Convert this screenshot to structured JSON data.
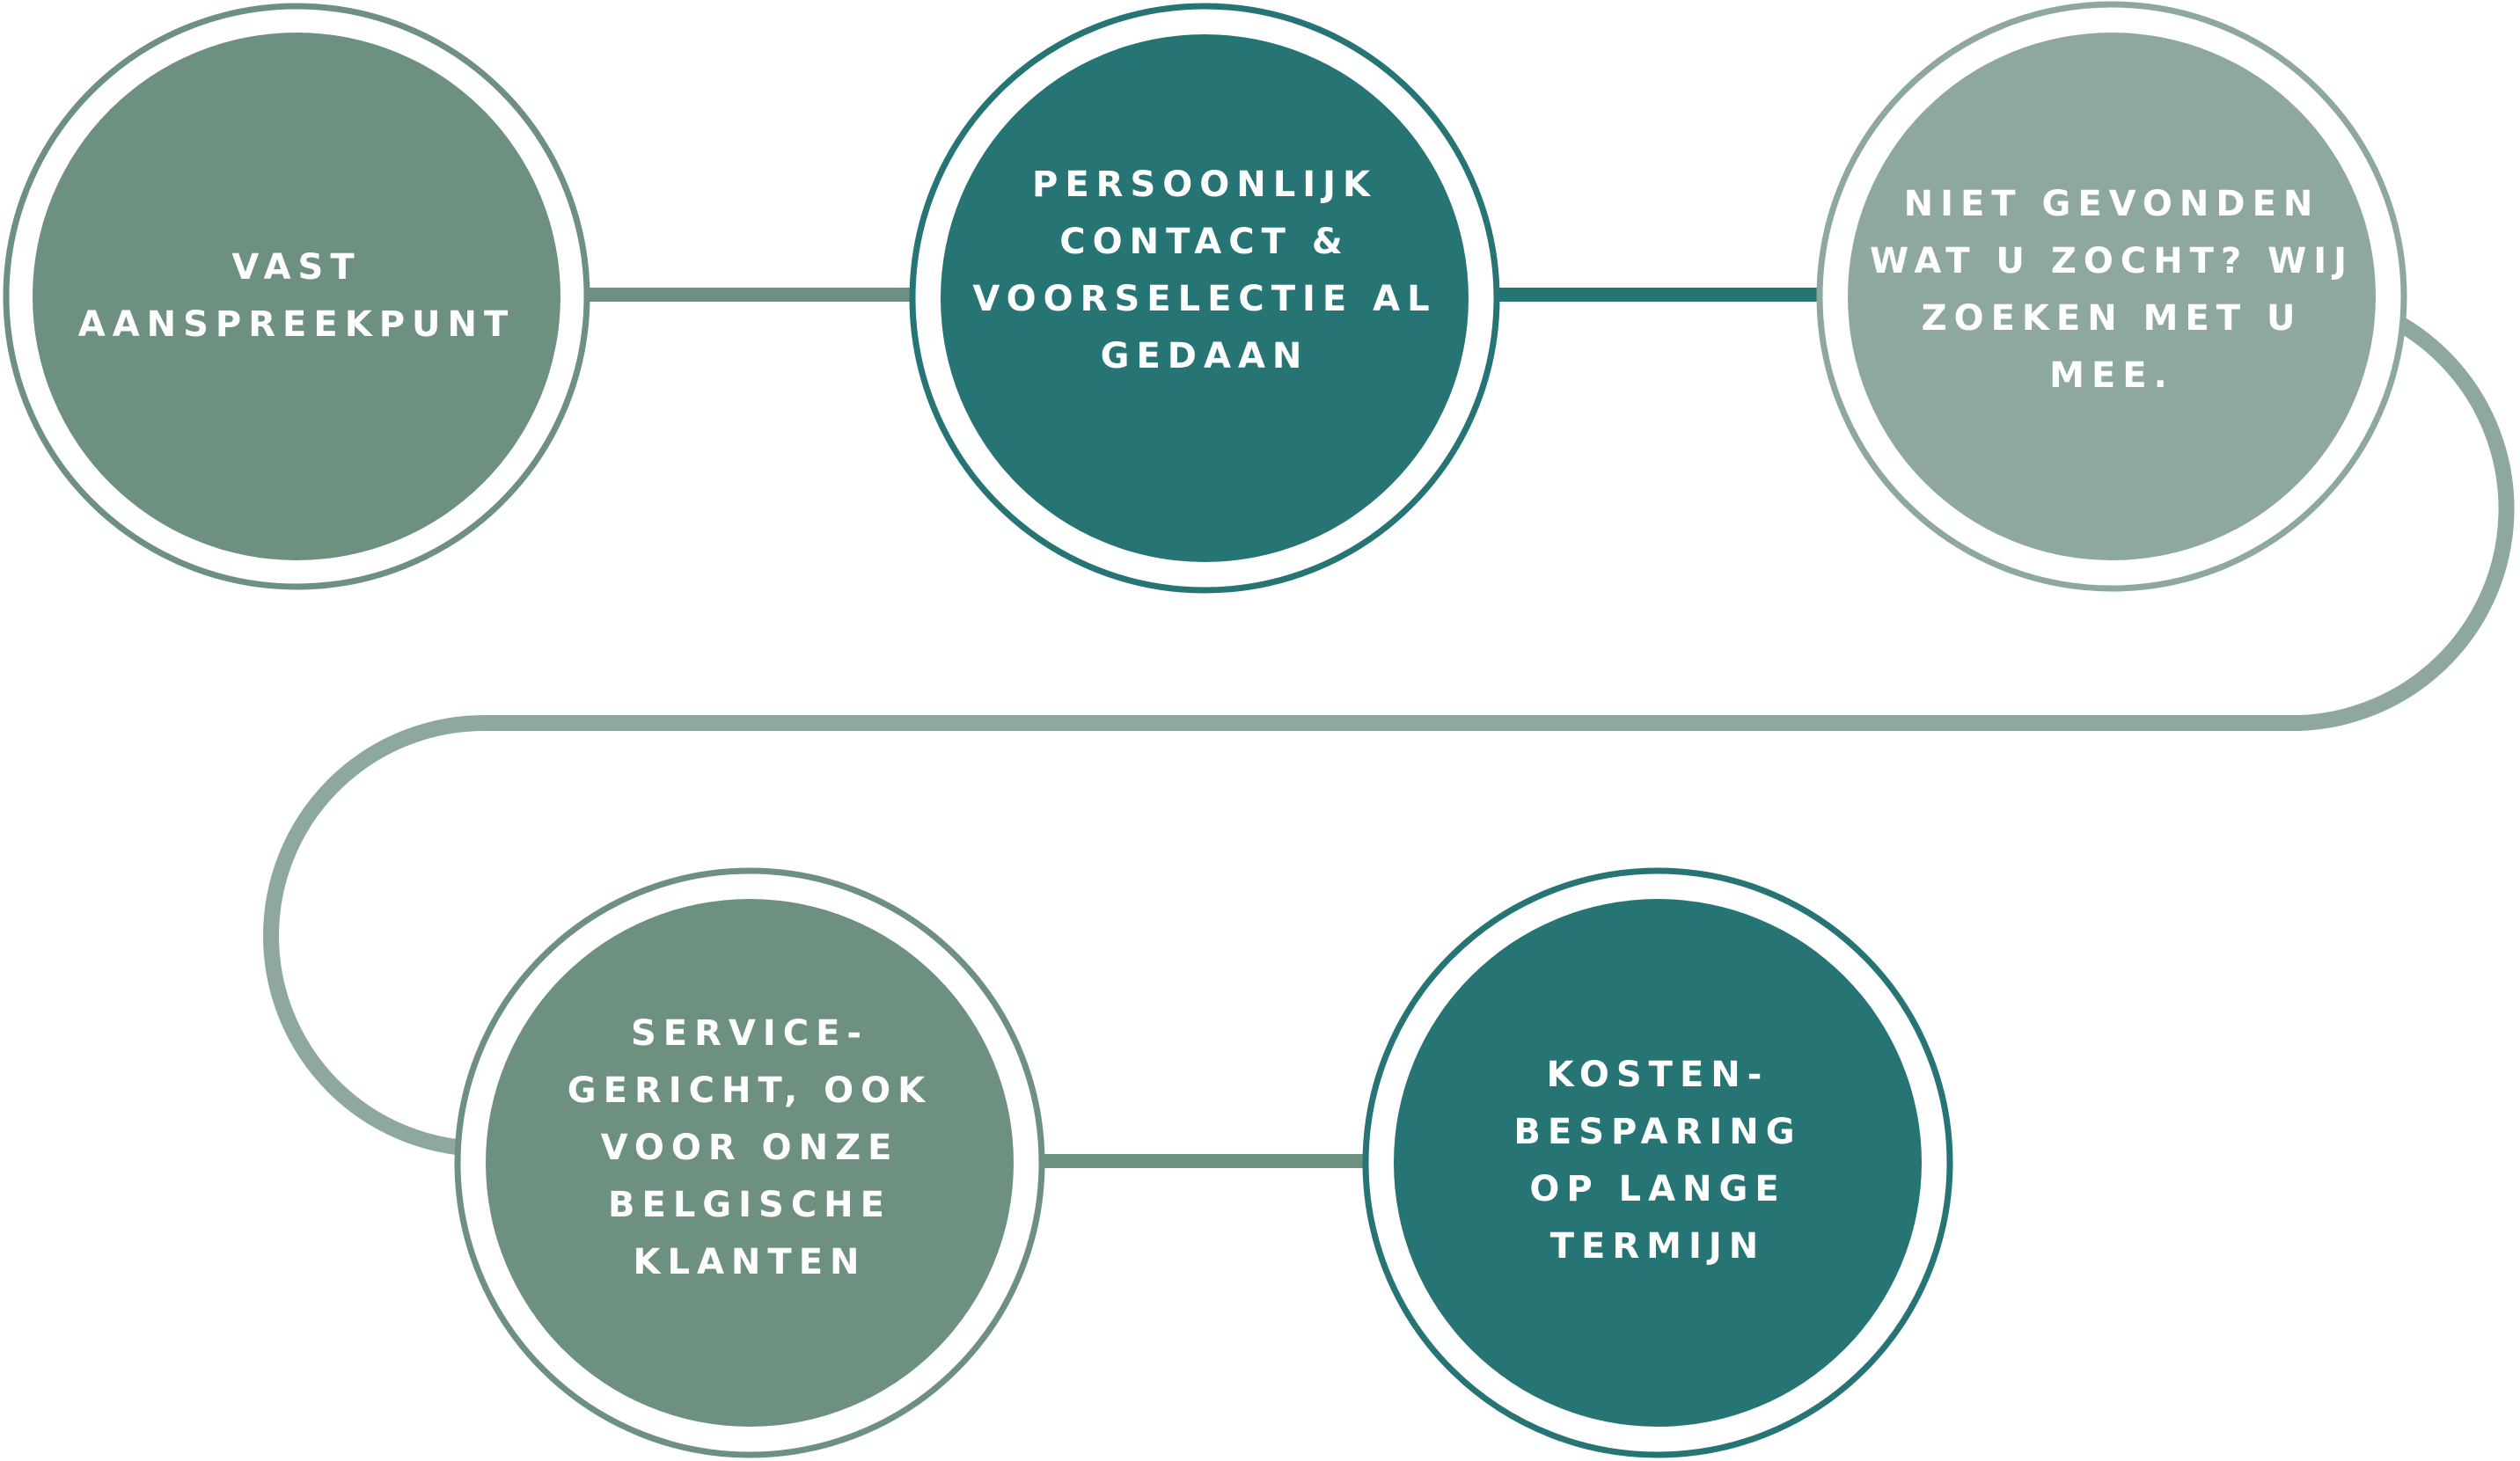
{
  "colors": {
    "sage": "#6e9080",
    "teal": "#267474",
    "light_sage": "#8ea8a0",
    "background": "#ffffff",
    "text": "#ffffff"
  },
  "steps": [
    {
      "lines": [
        "VAST",
        "AANSPREEKPUNT"
      ],
      "color": "sage"
    },
    {
      "lines": [
        "PERSOONLIJK",
        "CONTACT &",
        "VOORSELECTIE AL",
        "GEDAAN"
      ],
      "color": "teal"
    },
    {
      "lines": [
        "NIET GEVONDEN",
        "WAT U ZOCHT? WIJ",
        "ZOEKEN MET U",
        "MEE."
      ],
      "color": "light_sage"
    },
    {
      "lines": [
        "SERVICE-",
        "GERICHT, OOK",
        "VOOR ONZE",
        "BELGISCHE",
        "KLANTEN"
      ],
      "color": "sage"
    },
    {
      "lines": [
        "KOSTEN-",
        "BESPARING",
        "OP LANGE",
        "TERMIJN"
      ],
      "color": "teal"
    }
  ]
}
